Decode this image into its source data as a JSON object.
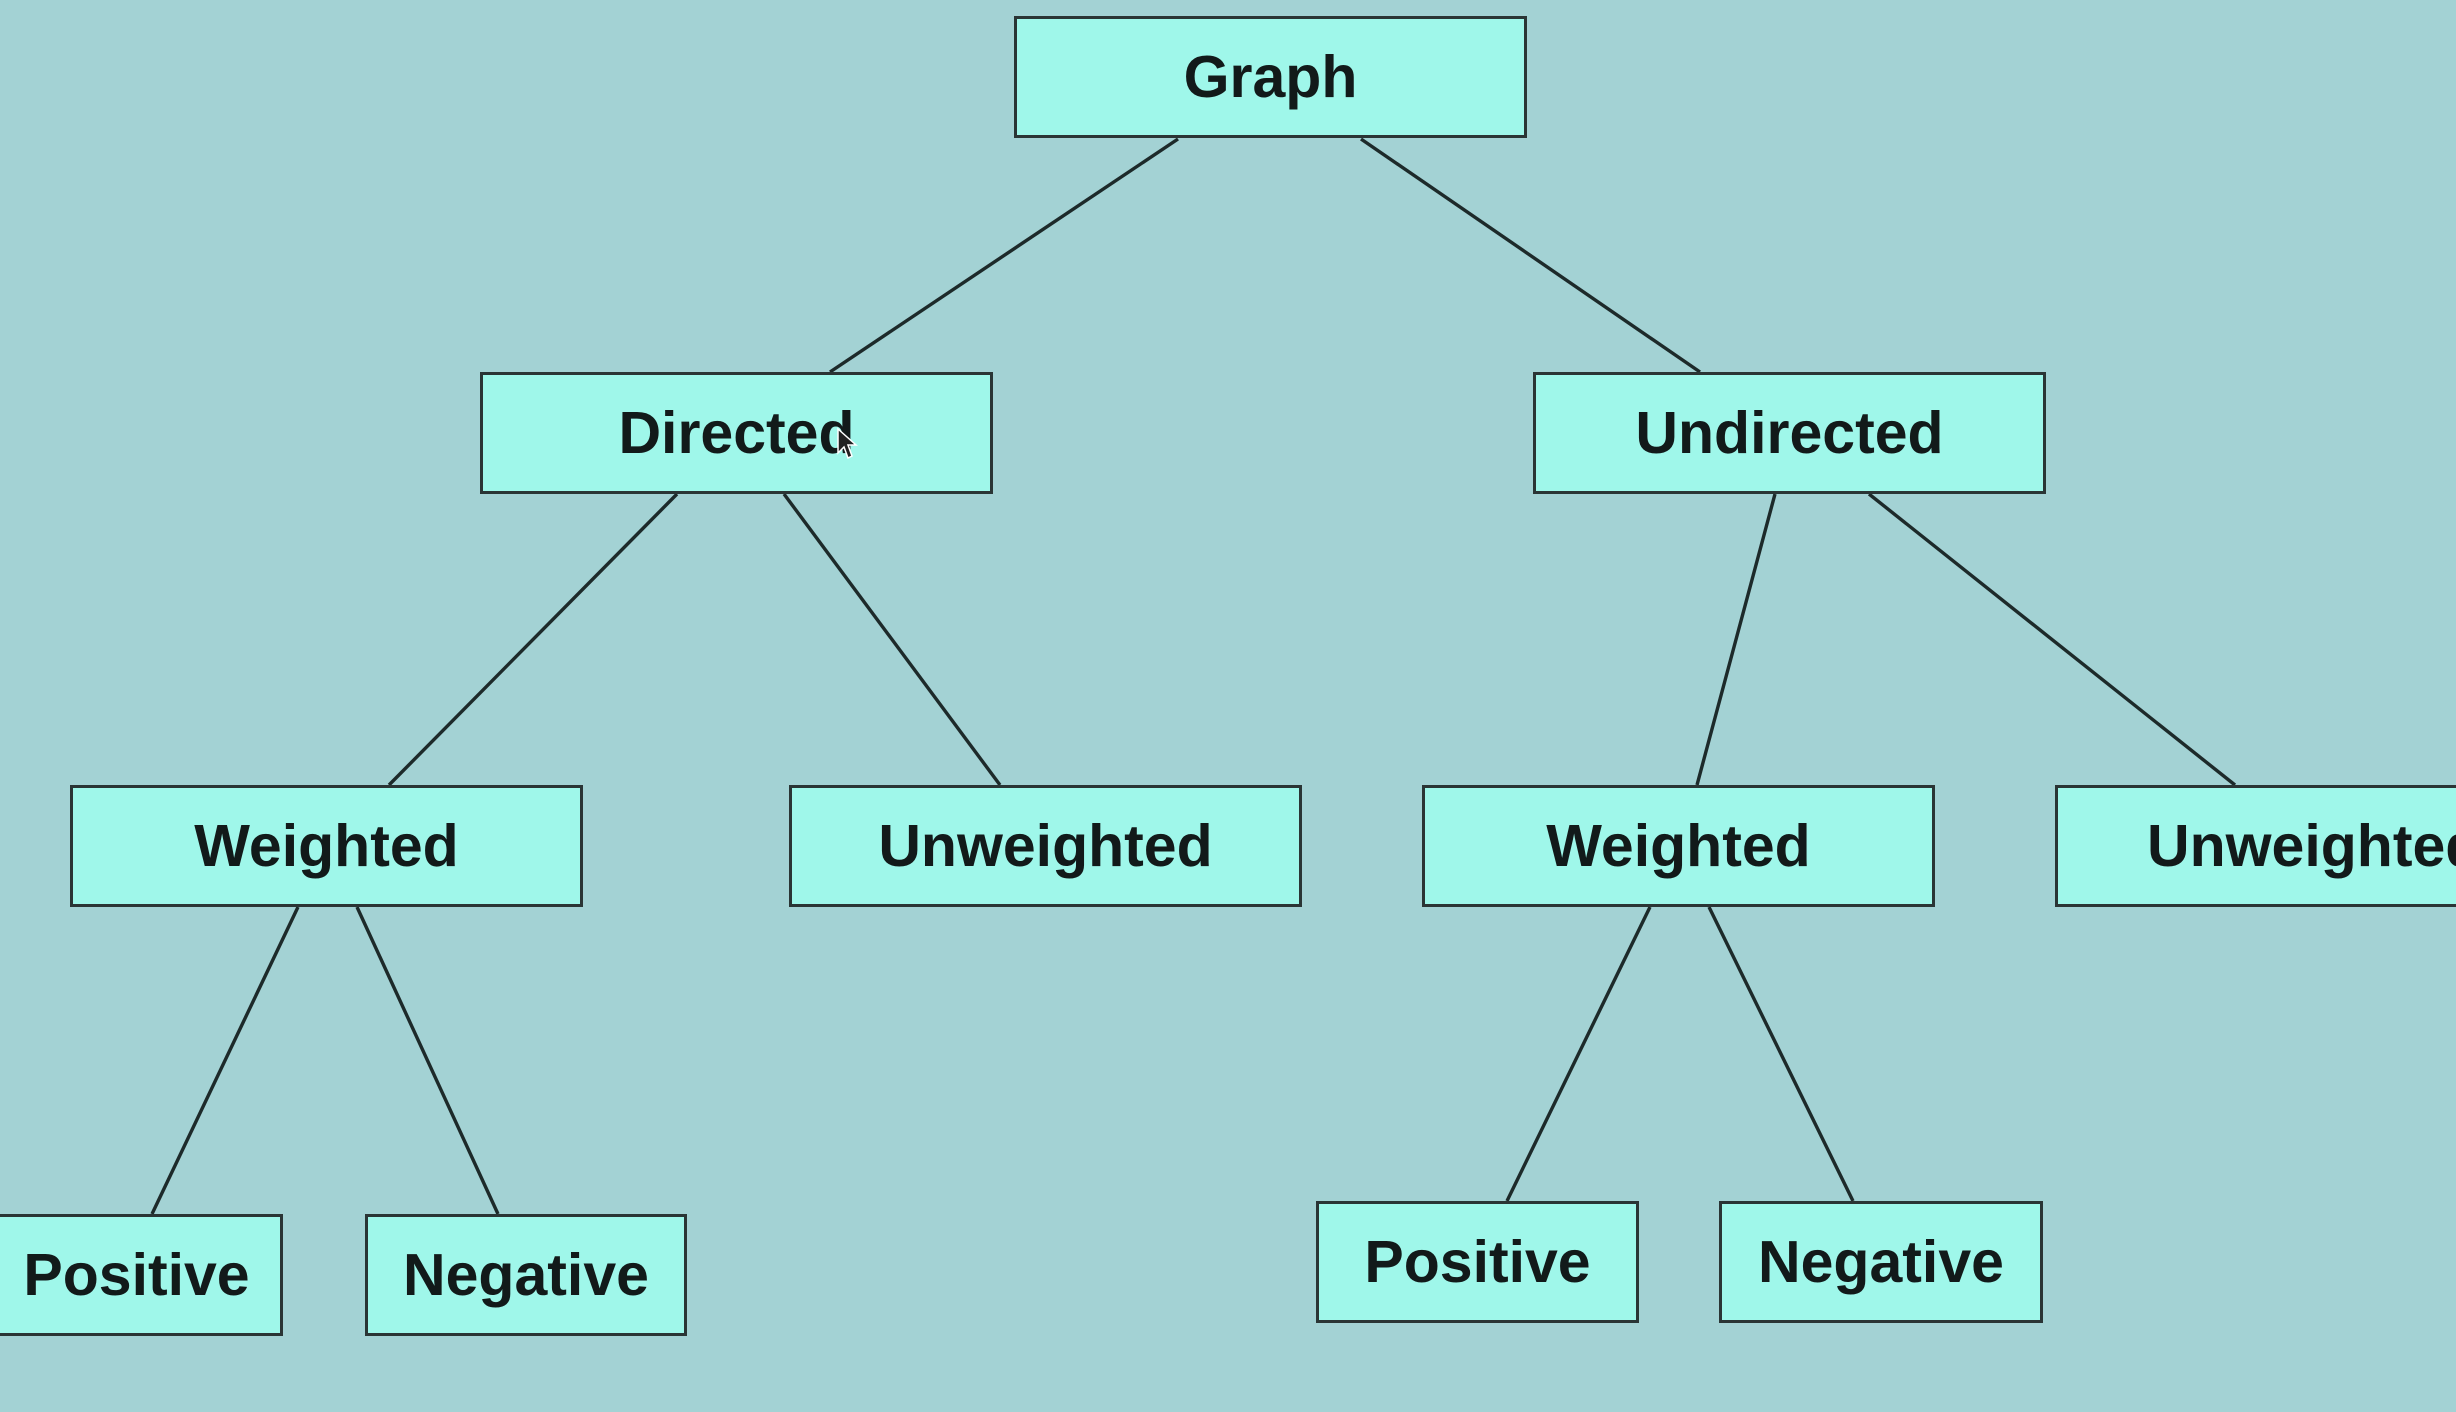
{
  "diagram": {
    "nodes": {
      "graph": "Graph",
      "directed": "Directed",
      "undirected": "Undirected",
      "directed_weighted": "Weighted",
      "directed_unweighted": "Unweighted",
      "undirected_weighted": "Weighted",
      "undirected_unweighted": "Unweighted",
      "directed_weighted_positive": "Positive",
      "directed_weighted_negative": "Negative",
      "undirected_weighted_positive": "Positive",
      "undirected_weighted_negative": "Negative"
    },
    "edges": [
      [
        "graph",
        "directed"
      ],
      [
        "graph",
        "undirected"
      ],
      [
        "directed",
        "directed_weighted"
      ],
      [
        "directed",
        "directed_unweighted"
      ],
      [
        "undirected",
        "undirected_weighted"
      ],
      [
        "undirected",
        "undirected_unweighted"
      ],
      [
        "directed_weighted",
        "directed_weighted_positive"
      ],
      [
        "directed_weighted",
        "directed_weighted_negative"
      ],
      [
        "undirected_weighted",
        "undirected_weighted_positive"
      ],
      [
        "undirected_weighted",
        "undirected_weighted_negative"
      ]
    ]
  },
  "colors": {
    "background": "#a3d2d4",
    "node_fill": "#9ff7ea",
    "node_border": "#2a3535",
    "edge": "#1d2a2a",
    "text": "#121a1a"
  }
}
